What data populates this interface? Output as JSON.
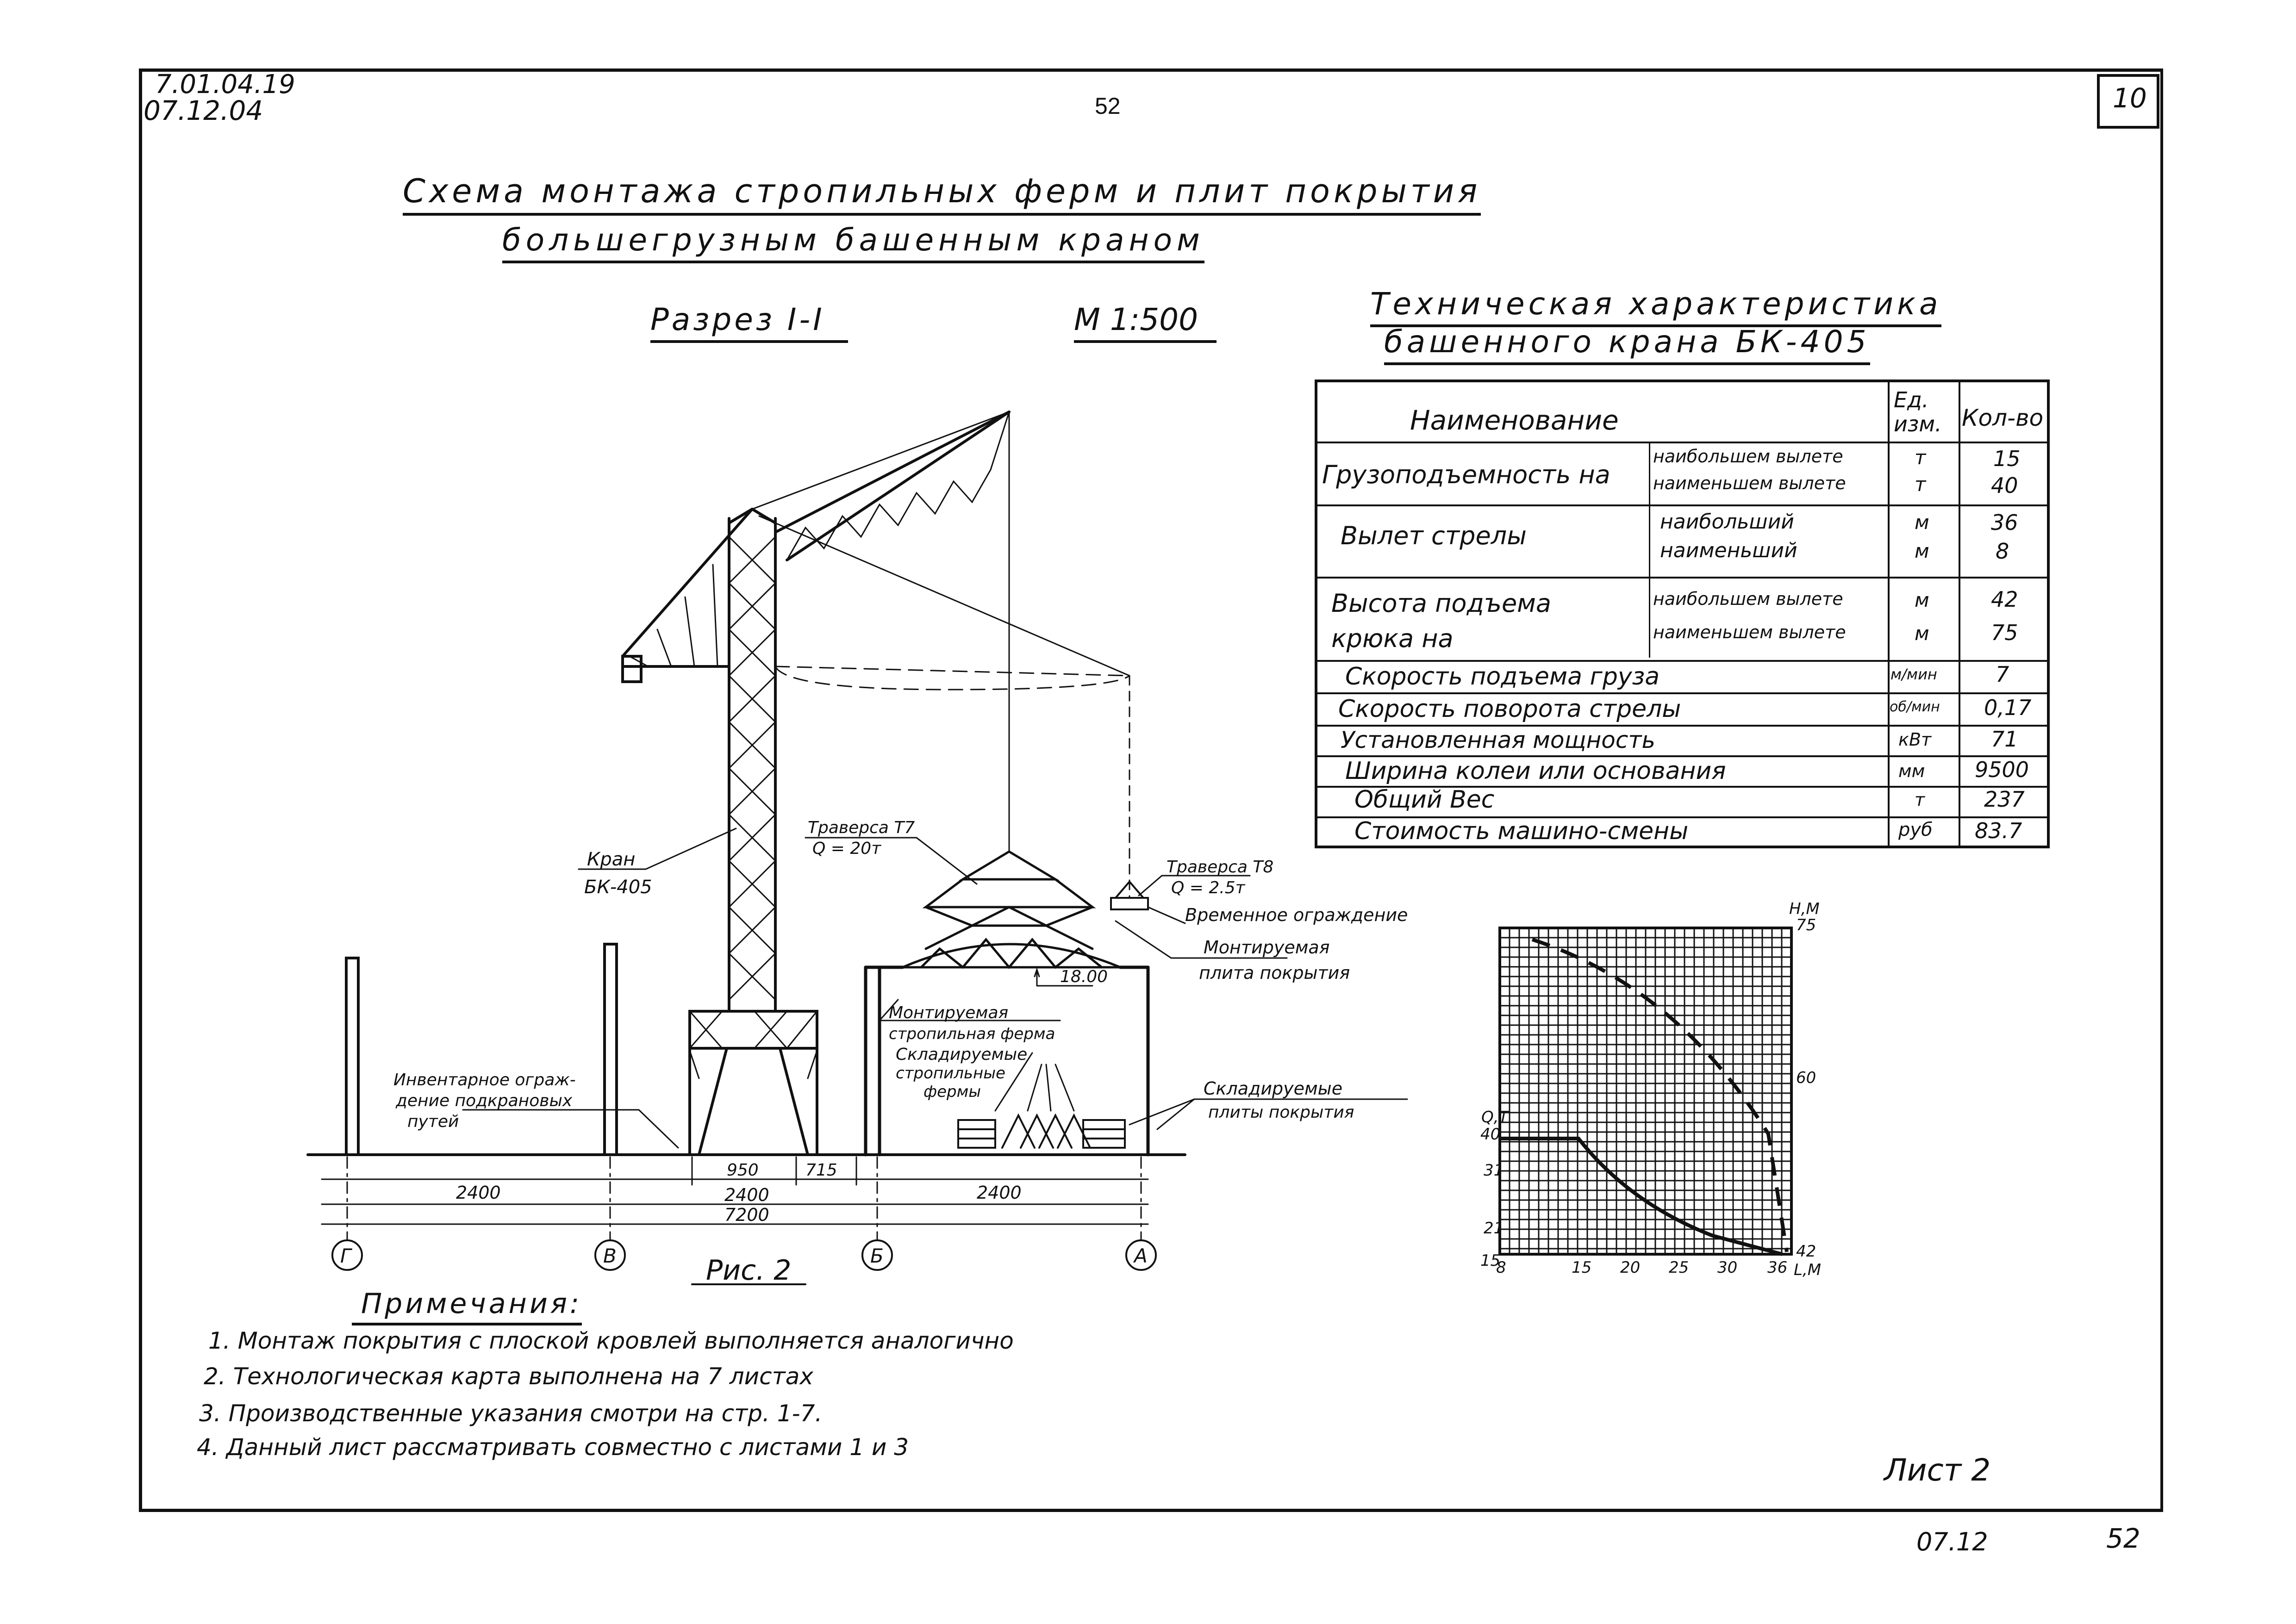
{
  "header": {
    "code_line1": "7.01.04.19",
    "code_line2": "07.12.04",
    "page_number": "52",
    "sheet_box": "10"
  },
  "titles": {
    "line1": "Схема монтажа стропильных ферм и плит покрытия",
    "line2": "большегрузным башенным краном",
    "section": "Разрез I-I",
    "scale": "М 1:500",
    "tech_title_line1": "Техническая характеристика",
    "tech_title_line2": "башенного крана БК-405"
  },
  "table": {
    "header_name": "Наименование",
    "header_unit": "Ед. изм.",
    "header_qty": "Кол-во",
    "rows": [
      {
        "name": "Грузоподъемность на",
        "sub": [
          "наибольшем вылете",
          "наименьшем вылете"
        ],
        "unit": [
          "т",
          "т"
        ],
        "qty": [
          "15",
          "40"
        ]
      },
      {
        "name": "Вылет стрелы",
        "sub": [
          "наибольший",
          "наименьший"
        ],
        "unit": [
          "м",
          "м"
        ],
        "qty": [
          "36",
          "8"
        ]
      },
      {
        "name": "Высота подъема крюка на",
        "sub": [
          "наибольшем вылете",
          "наименьшем вылете"
        ],
        "unit": [
          "м",
          "м"
        ],
        "qty": [
          "42",
          "75"
        ]
      },
      {
        "name": "Скорость подъема груза",
        "unit": "м/мин",
        "qty": "7"
      },
      {
        "name": "Скорость поворота стрелы",
        "unit": "об/мин",
        "qty": "0,17"
      },
      {
        "name": "Установленная мощность",
        "unit": "кВт",
        "qty": "71"
      },
      {
        "name": "Ширина колеи или основания",
        "unit": "мм",
        "qty": "9500"
      },
      {
        "name": "Общий Вес",
        "unit": "т",
        "qty": "237"
      },
      {
        "name": "Стоимость машино-смены",
        "unit": "руб",
        "qty": "83.7"
      }
    ]
  },
  "drawing_labels": {
    "crane": "Кран",
    "crane_model": "БК-405",
    "traverse_t7": "Траверса Т7",
    "traverse_t7_q": "Q = 20т",
    "traverse_t8": "Траверса Т8",
    "traverse_t8_q": "Q = 2.5т",
    "temp_fence": "Временное ограждение",
    "mounted_slab_1": "Монтируемая",
    "mounted_slab_2": "плита покрытия",
    "mounted_truss_1": "Монтируемая",
    "mounted_truss_2": "стропильная ферма",
    "stored_trusses_1": "Складируемые",
    "stored_trusses_2": "стропильные",
    "stored_trusses_3": "фермы",
    "stored_slabs_1": "Складируемые",
    "stored_slabs_2": "плиты покрытия",
    "fence_1": "Инвентарное ограж-",
    "fence_2": "дение подкрановых",
    "fence_3": "путей",
    "elevation": "18.00",
    "dim_950": "950",
    "dim_715": "715",
    "dim_2400_a": "2400",
    "dim_2400_b": "2400",
    "dim_2400_c": "2400",
    "dim_7200": "7200",
    "axes": [
      "Г",
      "В",
      "Б",
      "А"
    ],
    "figure": "Рис. 2"
  },
  "graph": {
    "y_left_title": "Q,T",
    "y_right_title": "H,M",
    "x_title": "L,M",
    "y_left_ticks": [
      "40",
      "31",
      "21",
      "15"
    ],
    "y_right_ticks": [
      "75",
      "60",
      "42"
    ],
    "x_ticks": [
      "8",
      "15",
      "20",
      "25",
      "30",
      "36"
    ]
  },
  "notes": {
    "title": "Примечания:",
    "items": [
      "1. Монтаж покрытия с плоской кровлей выполняется аналогично",
      "2. Технологическая карта выполнена на 7 листах",
      "3. Производственные указания смотри на стр. 1-7.",
      "4. Данный лист рассматривать совместно с листами 1 и 3"
    ]
  },
  "footer": {
    "sheet": "Лист 2",
    "date": "07.12",
    "page": "52"
  }
}
